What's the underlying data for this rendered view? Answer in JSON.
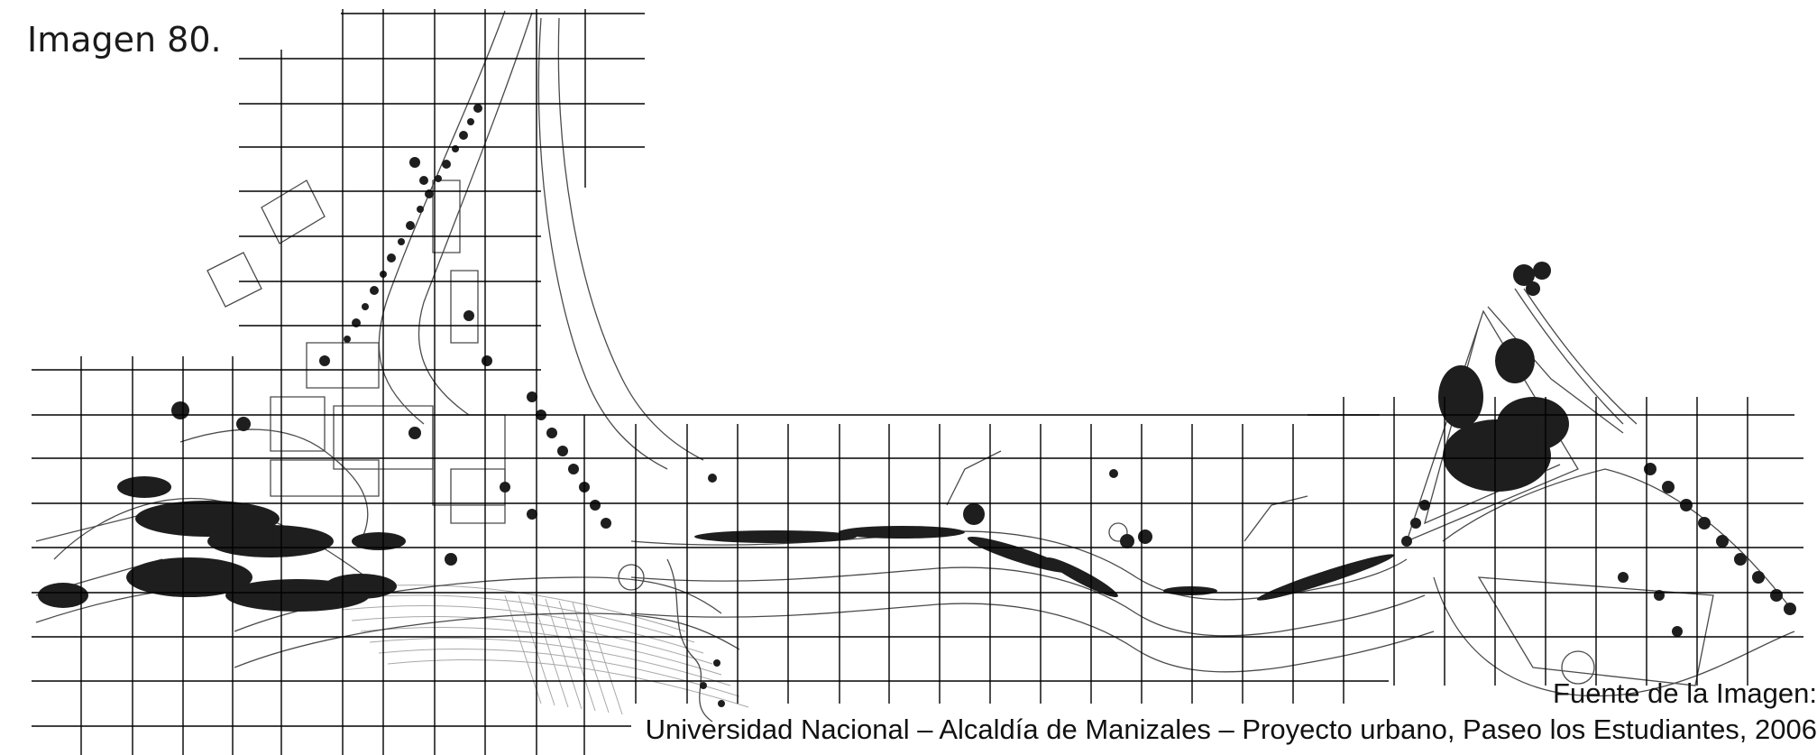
{
  "figure": {
    "title": "Imagen 80.",
    "source_line_1": "Fuente de la Imagen:",
    "source_line_2": "Universidad Nacional – Alcaldía de Manizales – Proyecto urbano, Paseo los Estudiantes, 2006"
  },
  "colors": {
    "background": "#ffffff",
    "grid": "#000000",
    "linework": "#555555",
    "vegetation": "#1c1c1c",
    "terrain": "#9a9a9a"
  }
}
